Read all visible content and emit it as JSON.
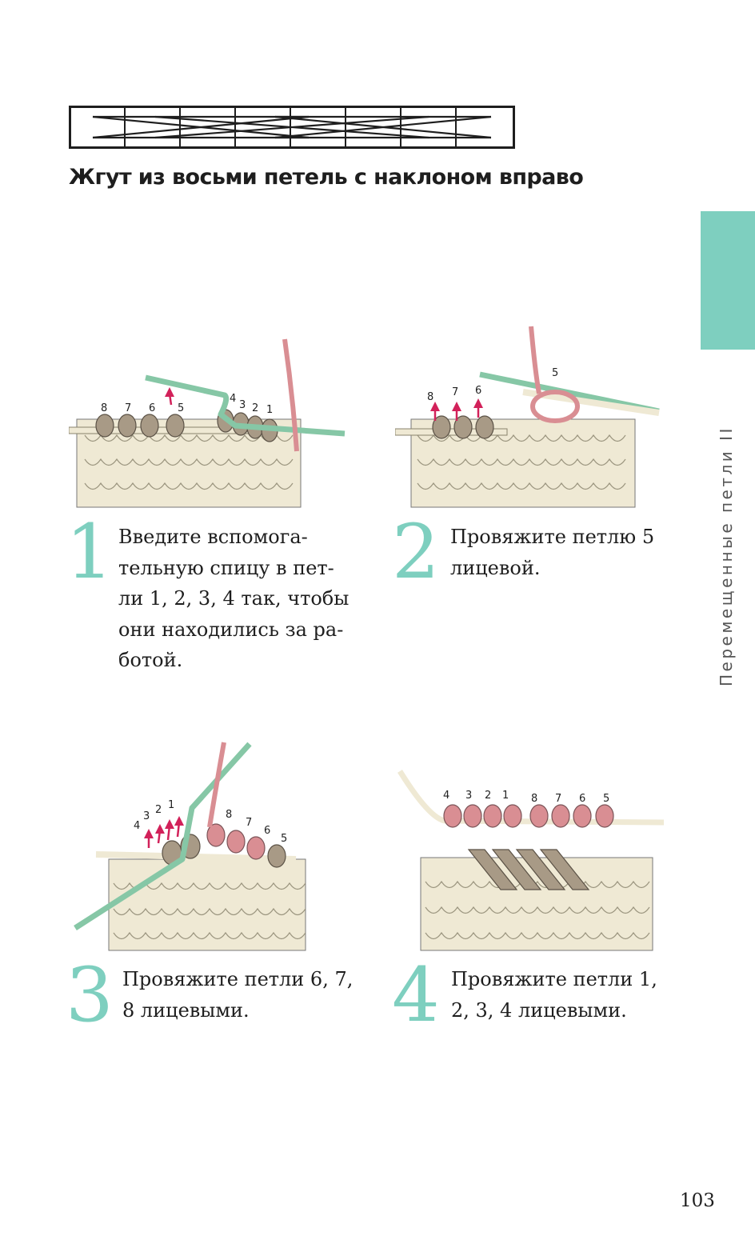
{
  "title": "Жгут из восьми петель с наклоном вправо",
  "side_label": "Перемещенные петли II",
  "page_number": "103",
  "colors": {
    "accent": "#7ecfbf",
    "yarn_cream": "#efe9d4",
    "yarn_taupe": "#a89a86",
    "yarn_pink": "#d98e93",
    "needle_green": "#86c7a6",
    "arrow_red": "#d2215a"
  },
  "steps": [
    {
      "number": "1",
      "lines": [
        "Введите вспомога-",
        "тельную спицу в пет-",
        "ли 1, 2, 3, 4 так, чтобы",
        "они находились за ра-",
        "ботой."
      ],
      "stitch_labels": [
        "8",
        "7",
        "6",
        "5",
        "4",
        "3",
        "2",
        "1"
      ]
    },
    {
      "number": "2",
      "lines": [
        "Провяжите петлю 5",
        "лицевой."
      ],
      "stitch_labels": [
        "8",
        "7",
        "6",
        "5"
      ]
    },
    {
      "number": "3",
      "lines": [
        "Провяжите петли 6, 7,",
        "8 лицевыми."
      ],
      "stitch_labels": [
        "4",
        "3",
        "2",
        "1",
        "8",
        "7",
        "6",
        "5"
      ]
    },
    {
      "number": "4",
      "lines": [
        "Провяжите петли 1,",
        "2, 3, 4 лицевыми."
      ],
      "stitch_labels": [
        "4",
        "3",
        "2",
        "1",
        "8",
        "7",
        "6",
        "5"
      ]
    }
  ]
}
